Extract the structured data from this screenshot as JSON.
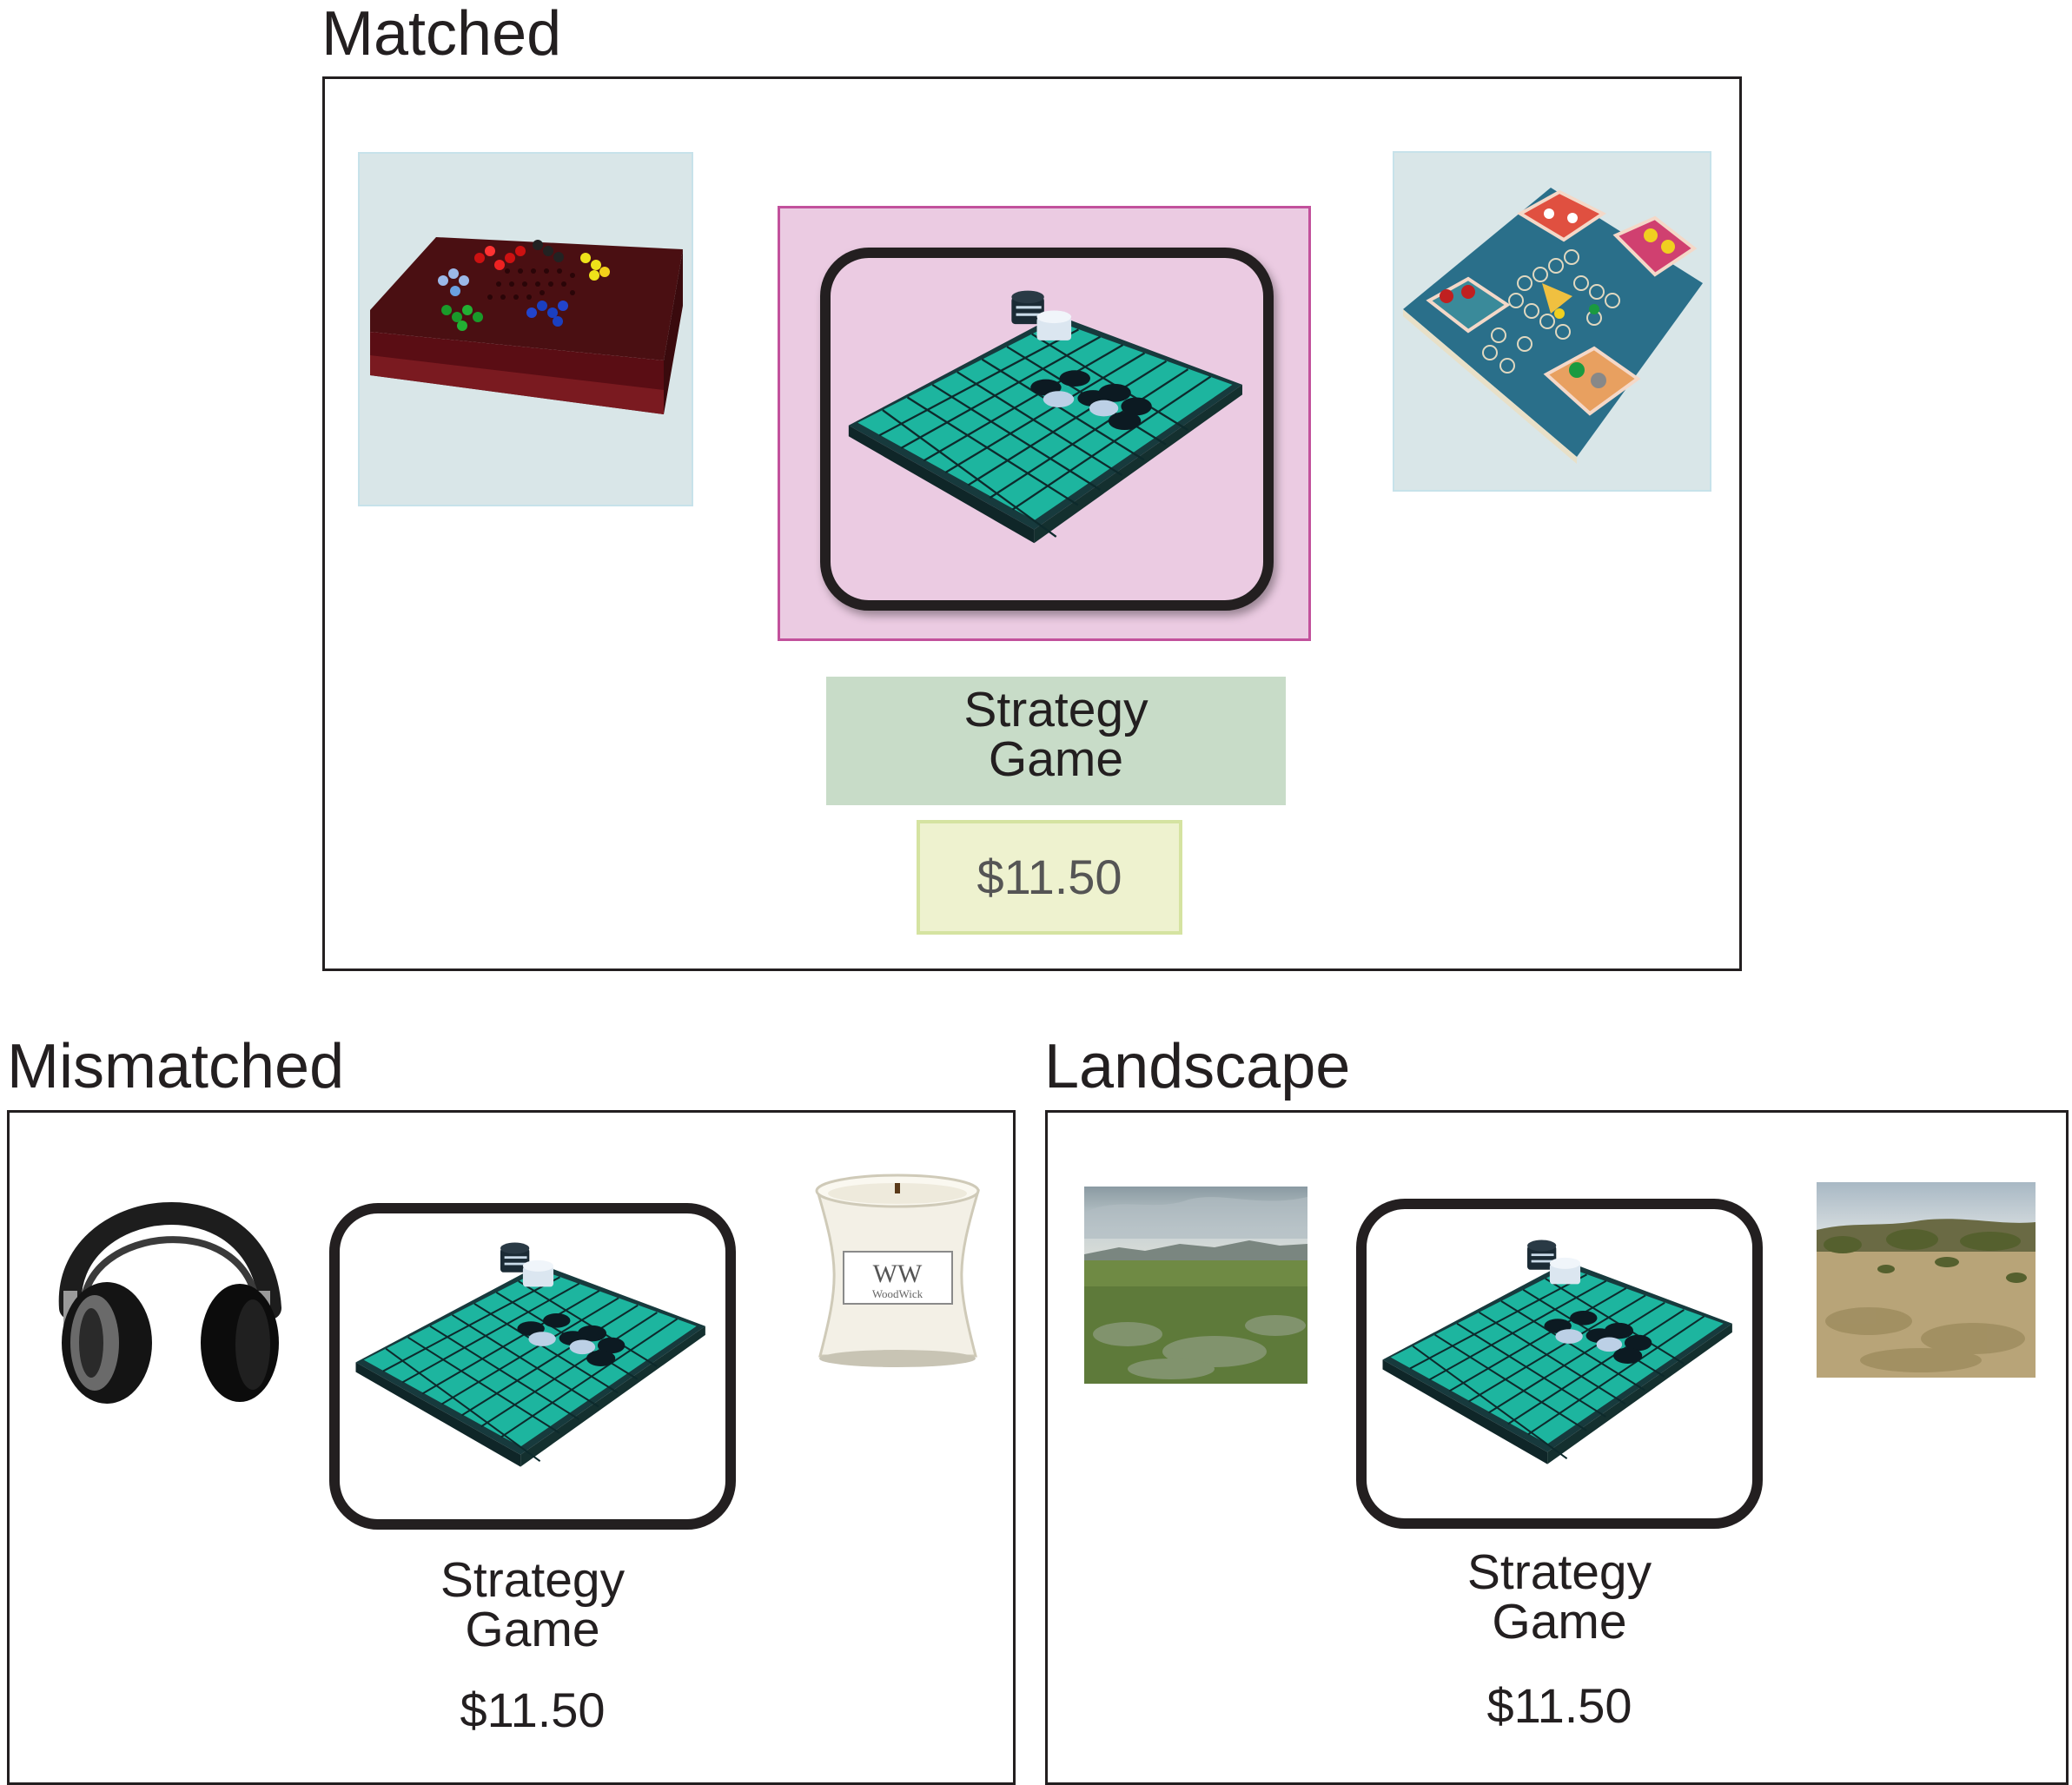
{
  "sections": {
    "matched": {
      "heading": "Matched",
      "label_line1": "Strategy",
      "label_line2": "Game",
      "price": "$11.50"
    },
    "mismatched": {
      "heading": "Mismatched",
      "label_line1": "Strategy",
      "label_line2": "Game",
      "price": "$11.50",
      "candle_brand": "WoodWick"
    },
    "landscape": {
      "heading": "Landscape",
      "label_line1": "Strategy",
      "label_line2": "Game",
      "price": "$11.50"
    }
  },
  "colors": {
    "outline": "#231f20",
    "option_bg": "#d9e6e8",
    "target_highlight": "#ebcbe2",
    "target_highlight_border": "#c2519c",
    "label_highlight": "#c8dcc8",
    "price_highlight": "#eef2cf",
    "price_highlight_border": "#d5e3a1",
    "board_teal": "#1db59f"
  }
}
